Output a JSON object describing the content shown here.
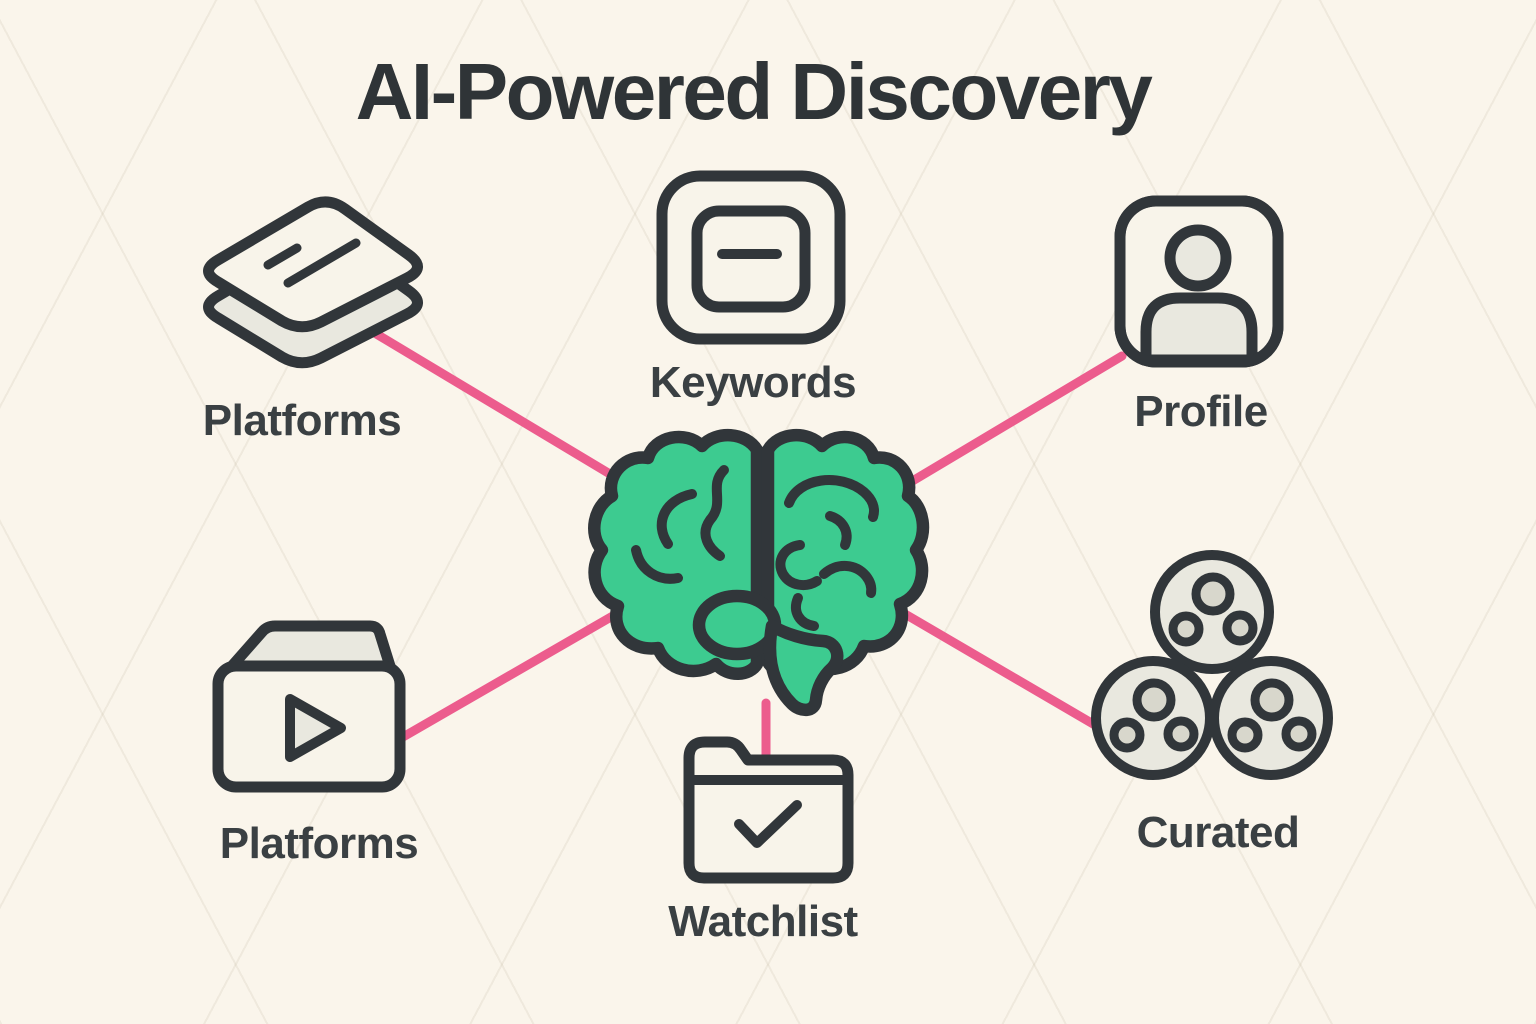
{
  "title": "AI-Powered Discovery",
  "center": {
    "icon": "brain-icon"
  },
  "nodes": {
    "platforms_top": {
      "label": "Platforms",
      "icon": "streaming-device-icon",
      "position": "top-left"
    },
    "keywords": {
      "label": "Keywords",
      "icon": "key-button-icon",
      "position": "top-center"
    },
    "profile": {
      "label": "Profile",
      "icon": "user-card-icon",
      "position": "top-right"
    },
    "platforms_bottom": {
      "label": "Platforms",
      "icon": "video-folder-icon",
      "position": "bottom-left"
    },
    "watchlist": {
      "label": "Watchlist",
      "icon": "checked-folder-icon",
      "position": "bottom-center"
    },
    "curated": {
      "label": "Curated",
      "icon": "film-reels-icon",
      "position": "bottom-right"
    }
  },
  "connectors": {
    "count": 6,
    "style": "straight pink lines radiating from central brain"
  },
  "colors": {
    "background": "#FAF5EB",
    "title_text": "#2F3437",
    "text": "#3A4043",
    "outline": "#31363A",
    "brain_green": "#3DCB90",
    "connector_pink": "#EC5C8D",
    "icon_fill": "#F8F4EA",
    "icon_shade": "#E9E8DF",
    "icon_shade_dark": "#D8D7CC"
  }
}
